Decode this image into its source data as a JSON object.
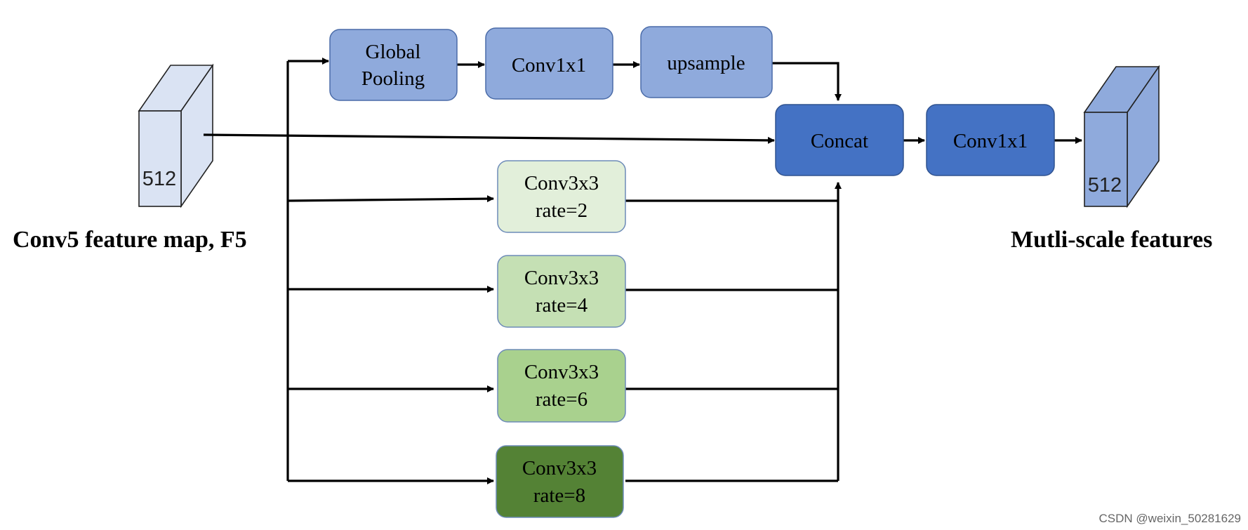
{
  "colors": {
    "pool_branch_fill": "#8FAADC",
    "pool_branch_stroke": "#4A6BA8",
    "concat_fill": "#4472C4",
    "concat_stroke": "#2F528F",
    "rate2_fill": "#E2EFDA",
    "rate4_fill": "#C5E0B4",
    "rate6_fill": "#A9D18E",
    "rate8_fill": "#548235",
    "green_stroke": "#6D8BB8",
    "input_block_face": "#DAE3F3",
    "output_block_face": "#8FAADC",
    "arrow": "#000000"
  },
  "input": {
    "channels": "512",
    "caption": "Conv5 feature map, F5"
  },
  "output": {
    "channels": "512",
    "caption": "Mutli-scale features"
  },
  "pooling_branch": {
    "global_pooling_line1": "Global",
    "global_pooling_line2": "Pooling",
    "conv1x1": "Conv1x1",
    "upsample": "upsample"
  },
  "atrous_branches": [
    {
      "line1": "Conv3x3",
      "line2": "rate=2"
    },
    {
      "line1": "Conv3x3",
      "line2": "rate=4"
    },
    {
      "line1": "Conv3x3",
      "line2": "rate=6"
    },
    {
      "line1": "Conv3x3",
      "line2": "rate=8"
    }
  ],
  "fusion": {
    "concat": "Concat",
    "conv1x1": "Conv1x1"
  },
  "watermark": "CSDN @weixin_50281629"
}
